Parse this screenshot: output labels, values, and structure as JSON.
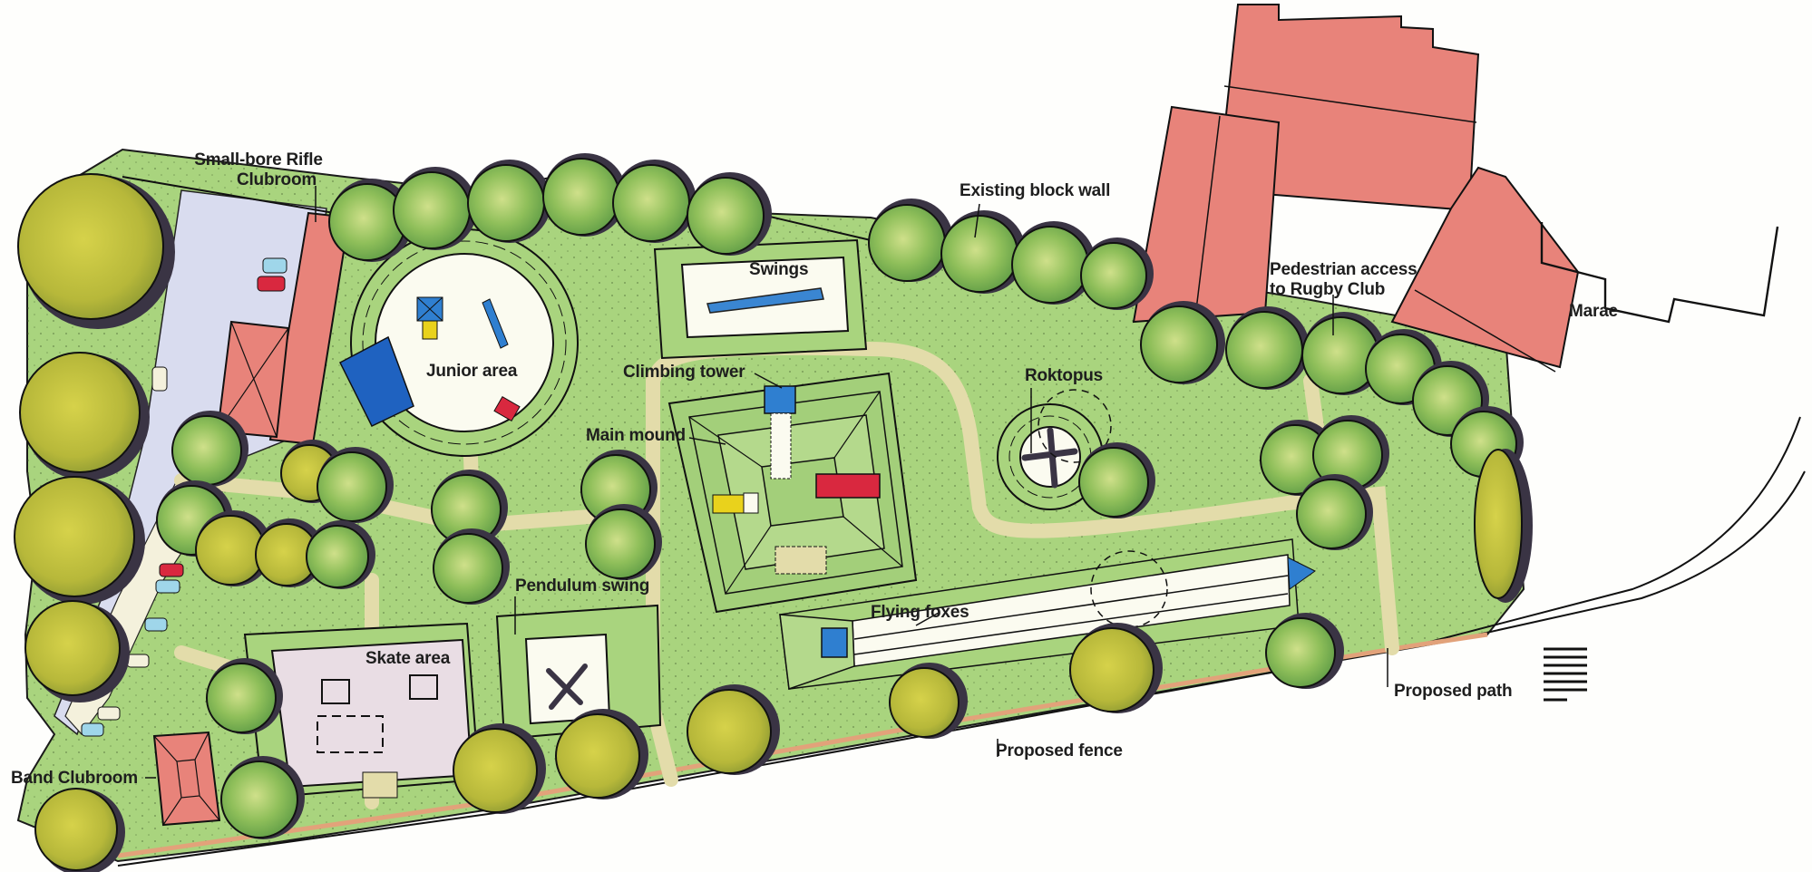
{
  "map": {
    "type": "landscape site plan",
    "colors": {
      "grass": "#a9d47e",
      "grass_dark": "#8fc467",
      "building": "#e8837a",
      "path": "#e3dcaa",
      "play_surface": "#fbfbf0",
      "skate_surface": "#e9dde4",
      "parking": "#d9dcef",
      "tree_canopy": "#b8c94a",
      "tree_shadow": "#3a3444",
      "equipment_blue": "#2f7fd0",
      "equipment_red": "#d9283f",
      "equipment_yellow": "#e9d21c"
    },
    "labels": {
      "rifle_clubroom_line1": "Small-bore Rifle",
      "rifle_clubroom_line2": "Clubroom",
      "existing_block_wall": "Existing block wall",
      "swings": "Swings",
      "junior_area": "Junior area",
      "climbing_tower": "Climbing tower",
      "main_mound": "Main mound",
      "roktopus": "Roktopus",
      "pedestrian_access_line1": "Pedestrian access",
      "pedestrian_access_line2": "to Rugby Club",
      "marae": "Marae",
      "pendulum_swing": "Pendulum swing",
      "skate_area": "Skate area",
      "flying_foxes": "Flying foxes",
      "band_clubroom": "Band Clubroom",
      "proposed_fence": "Proposed fence",
      "proposed_path": "Proposed path"
    }
  }
}
